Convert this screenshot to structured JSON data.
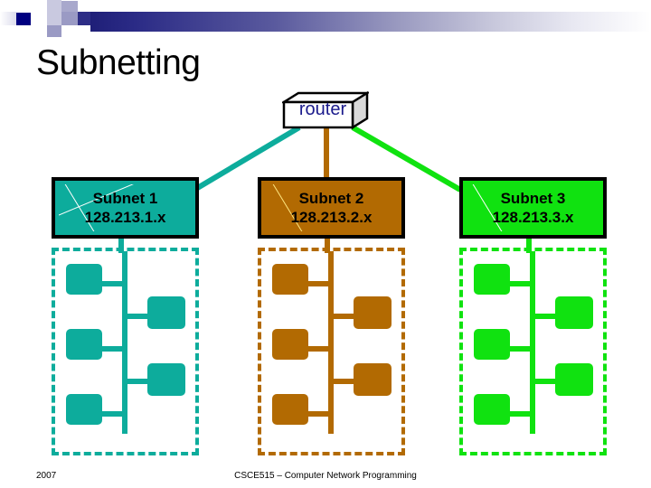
{
  "slide": {
    "title": "Subnetting",
    "router": {
      "label": "router",
      "icon": "router-3d-box-icon"
    },
    "subnets": [
      {
        "id": "subnet-1",
        "name": "Subnet 1",
        "address": "128.213.1.x",
        "color": "#0DAC9C",
        "accent_line_color": "#ffffff",
        "hosts": 5
      },
      {
        "id": "subnet-2",
        "name": "Subnet 2",
        "address": "128.213.2.x",
        "color": "#B26A02",
        "accent_line_color": "#ffe680",
        "hosts": 5
      },
      {
        "id": "subnet-3",
        "name": "Subnet 3",
        "address": "128.213.3.x",
        "color": "#10E210",
        "accent_line_color": "#ffffff",
        "hosts": 5
      }
    ],
    "links": [
      {
        "from": "router",
        "to": "subnet-1",
        "color": "#0DAC9C"
      },
      {
        "from": "router",
        "to": "subnet-2",
        "color": "#B26A02"
      },
      {
        "from": "router",
        "to": "subnet-3",
        "color": "#10E210"
      }
    ],
    "footer": {
      "date": "2007",
      "course": "CSCE515 – Computer Network Programming"
    },
    "header_accent": {
      "gradient_from": "#1f1f78",
      "gradient_to": "#ffffff"
    }
  }
}
